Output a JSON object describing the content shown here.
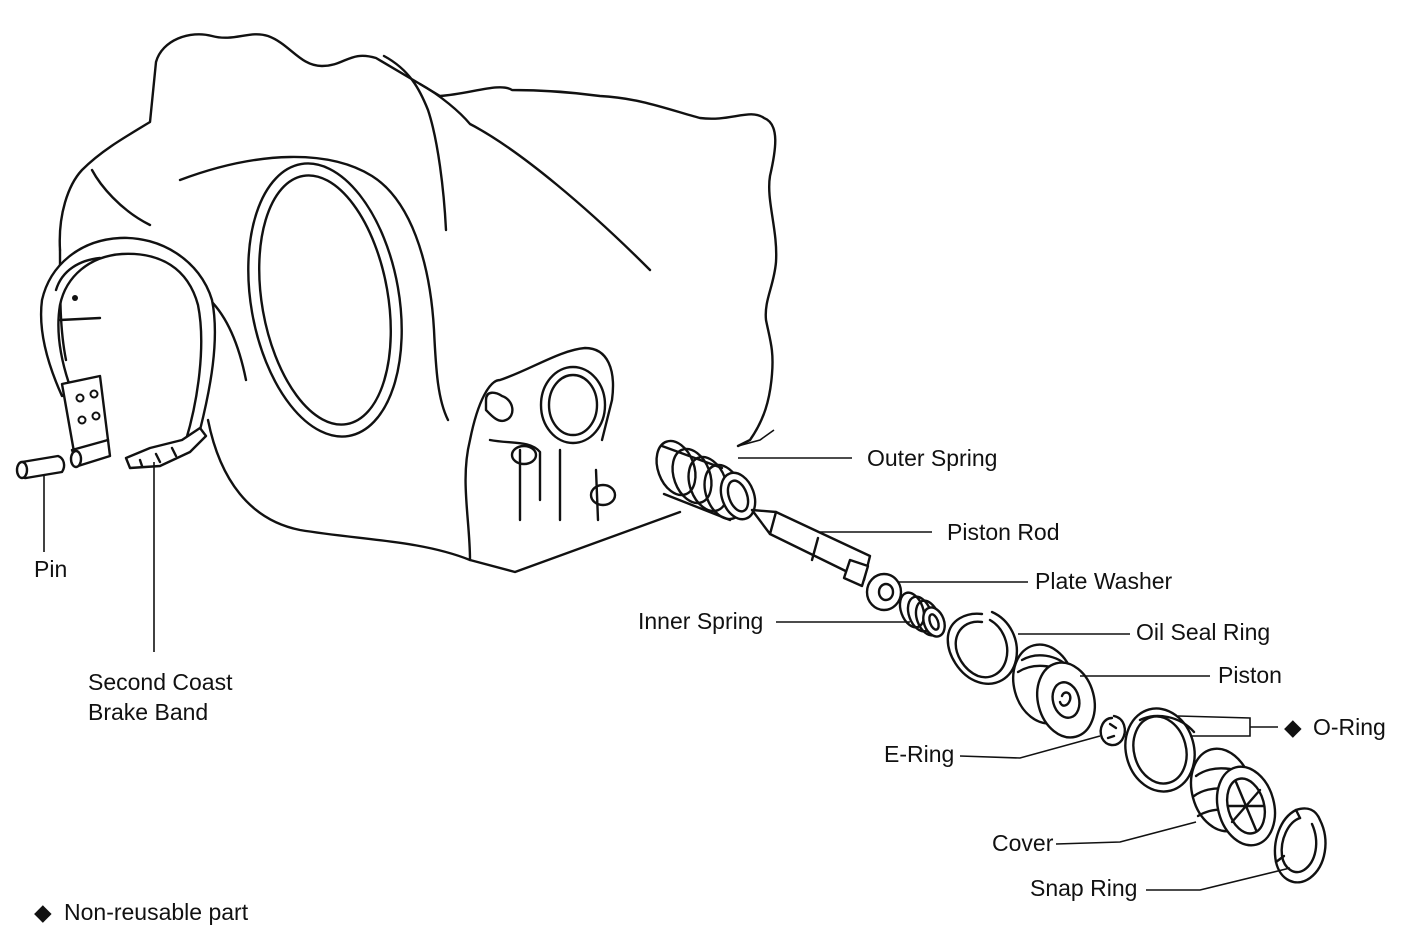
{
  "labels": {
    "outer_spring": "Outer Spring",
    "piston_rod": "Piston Rod",
    "plate_washer": "Plate Washer",
    "inner_spring": "Inner Spring",
    "oil_seal_ring": "Oil Seal Ring",
    "piston": "Piston",
    "o_ring": "O-Ring",
    "e_ring": "E-Ring",
    "cover": "Cover",
    "snap_ring": "Snap Ring",
    "pin": "Pin",
    "brake_band_line1": "Second Coast",
    "brake_band_line2": "Brake Band"
  },
  "legend": {
    "symbol": "◆",
    "text": "Non-reusable part"
  },
  "o_ring_symbol": "◆",
  "colors": {
    "ink": "#111111",
    "background": "#ffffff"
  }
}
